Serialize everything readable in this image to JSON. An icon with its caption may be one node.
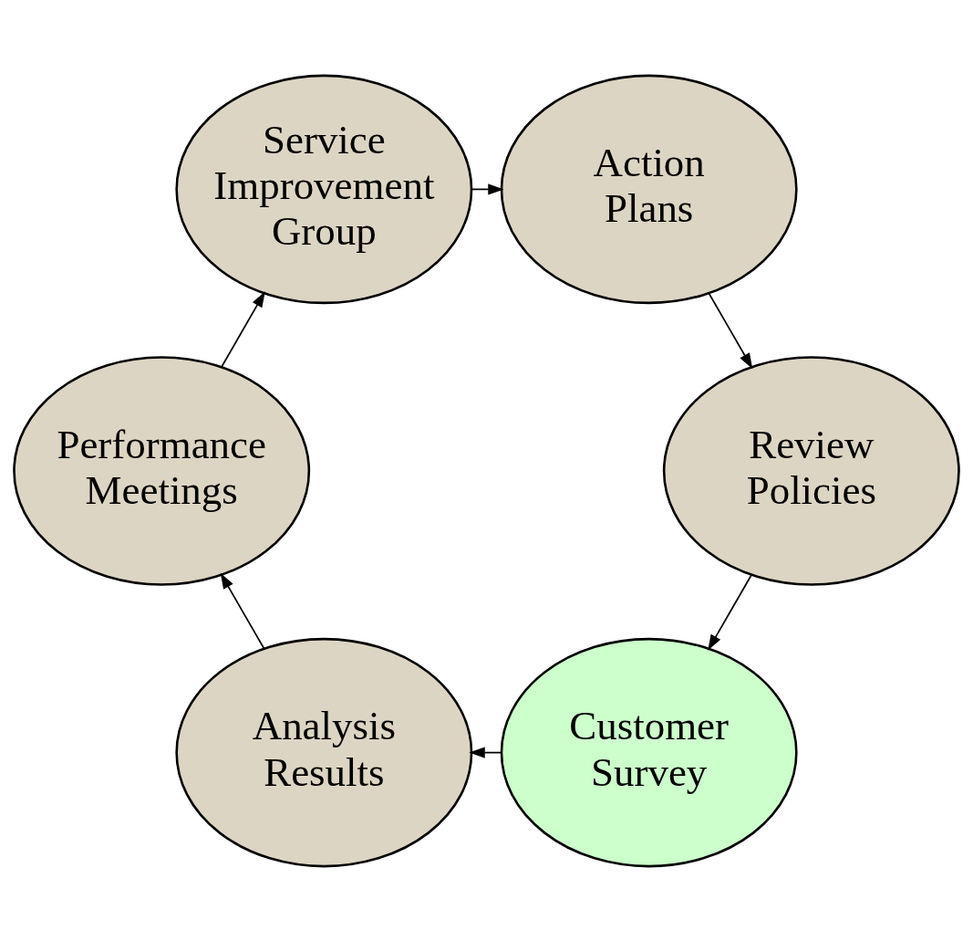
{
  "diagram": {
    "nodes": [
      {
        "text": [
          "Customer Survey"
        ]
      },
      {
        "text": [
          "Analysis Results"
        ]
      },
      {
        "text": [
          "Performance Meetings"
        ]
      },
      {
        "text": [
          "Service Improvement Group"
        ]
      },
      {
        "text": [
          "Action Plans"
        ]
      },
      {
        "text": [
          "Review Policies"
        ]
      }
    ],
    "edges": [
      {
        "from": 0,
        "to": 1,
        "arrow": "to"
      },
      {
        "from": 1,
        "to": 2,
        "arrow": "to"
      },
      {
        "from": 2,
        "to": 3,
        "arrow": "to"
      },
      {
        "from": 3,
        "to": 4,
        "arrow": "to"
      },
      {
        "from": 4,
        "to": 5,
        "arrow": "to"
      },
      {
        "from": 5,
        "to": 0,
        "arrow": "to"
      }
    ]
  }
}
